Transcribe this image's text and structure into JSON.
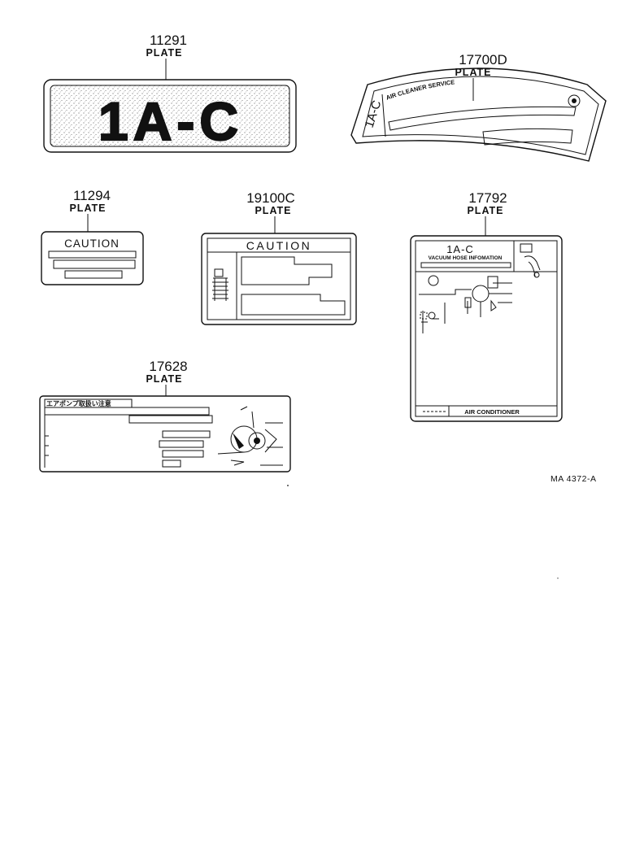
{
  "parts": [
    {
      "part_number": "11291",
      "name": "PLATE",
      "label_text": "1A-C"
    },
    {
      "part_number": "17700D",
      "name": "PLATE",
      "label_text": "1A-C",
      "label_caption": "AIR CLEANER SERVICE"
    },
    {
      "part_number": "11294",
      "name": "PLATE",
      "label_text": "CAUTION"
    },
    {
      "part_number": "19100C",
      "name": "PLATE",
      "label_text": "CAUTION"
    },
    {
      "part_number": "17792",
      "name": "PLATE",
      "label_text": "1A-C",
      "label_caption": "VACUUM HOSE INFOMATION",
      "footer_text": "AIR  CONDITIONER"
    },
    {
      "part_number": "17628",
      "name": "PLATE",
      "label_text": "エアポンプ取扱い注意"
    }
  ],
  "figure_code": "MA  4372-A"
}
